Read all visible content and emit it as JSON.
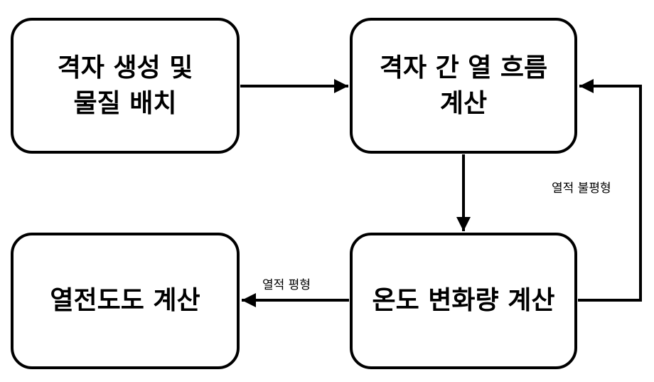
{
  "nodes": {
    "grid_setup": "격자 생성 및\n물질 배치",
    "heat_flow": "격자 간 열 흐름\n계산",
    "conductivity": "열전도도 계산",
    "temperature_change": "온도 변화량 계산"
  },
  "edges": {
    "imbalance": "열적 불평형",
    "balance": "열적 평형"
  },
  "colors": {
    "stroke": "#000000",
    "background": "#ffffff"
  }
}
